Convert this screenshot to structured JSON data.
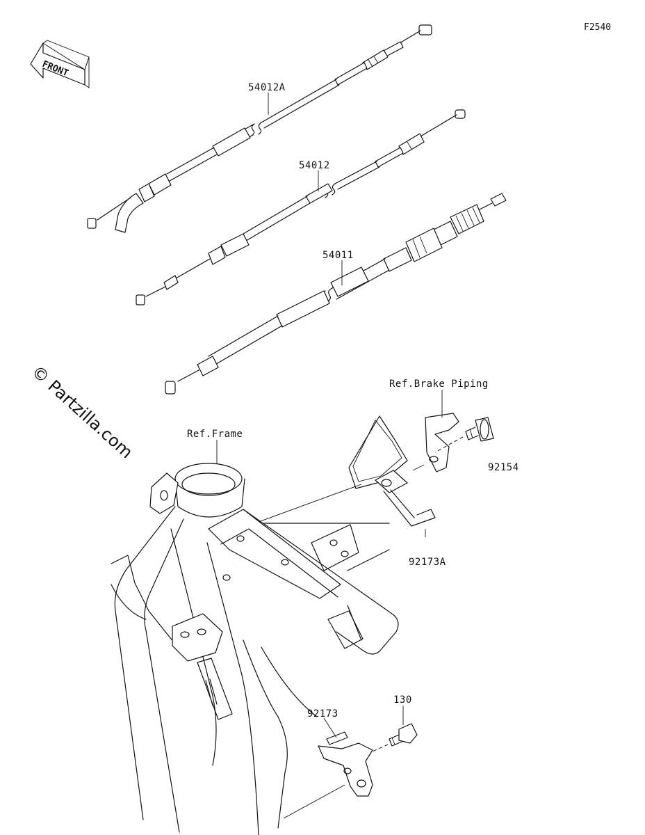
{
  "diagram": {
    "figure_code": "F2540",
    "front_arrow_label": "FRONT",
    "watermark": "© Partzilla.com",
    "part_labels": {
      "p54012A": "54012A",
      "p54012": "54012",
      "p54011": "54011",
      "p92154": "92154",
      "p92173A": "92173A",
      "p92173": "92173",
      "p130": "130"
    },
    "reference_labels": {
      "brake_piping": "Ref.Brake Piping",
      "frame": "Ref.Frame"
    }
  }
}
